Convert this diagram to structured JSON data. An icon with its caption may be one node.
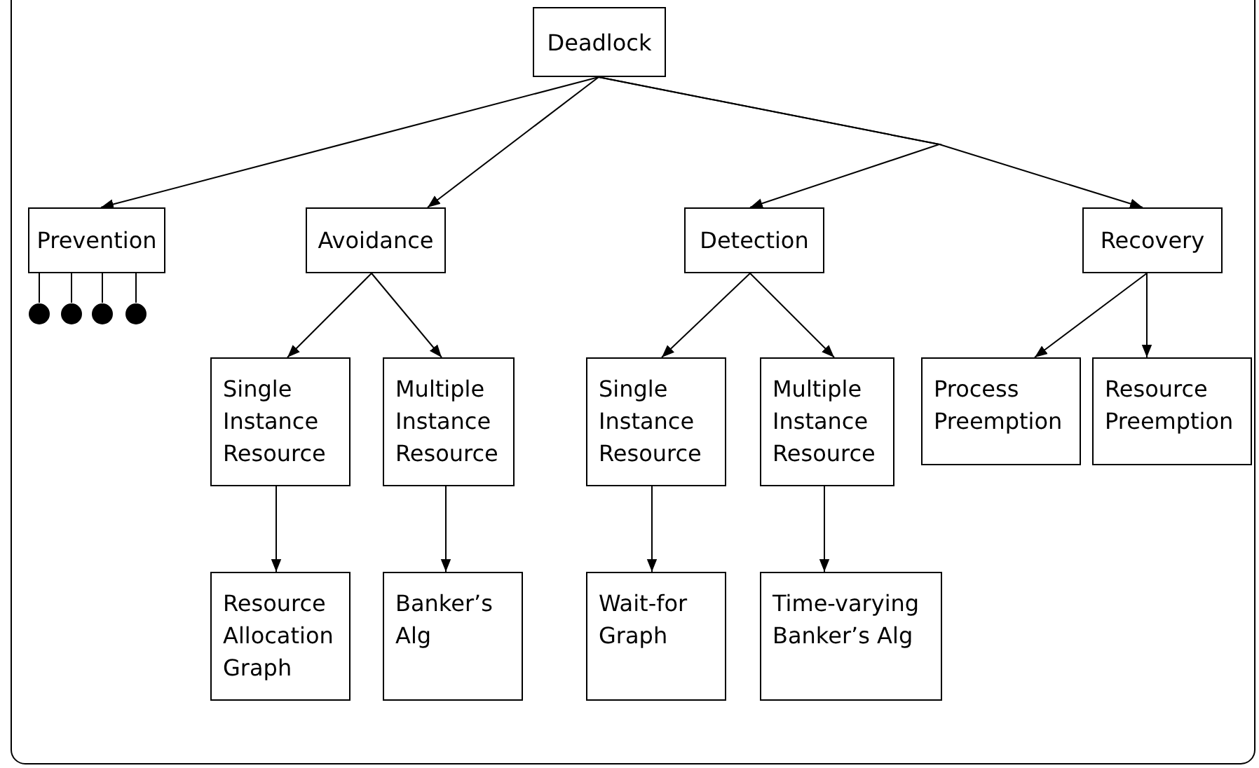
{
  "diagram": {
    "nodes": [
      {
        "text": [
          "Deadlock"
        ]
      },
      {
        "text": [
          "Prevention"
        ]
      },
      {
        "text": [
          "Avoidance"
        ]
      },
      {
        "text": [
          "Detection"
        ]
      },
      {
        "text": [
          "Recovery"
        ]
      },
      {
        "text": [],
        "shape": "circle"
      },
      {
        "text": [],
        "shape": "circle"
      },
      {
        "text": [],
        "shape": "circle"
      },
      {
        "text": [],
        "shape": "circle"
      },
      {
        "text": [
          "Single Instance Resource"
        ]
      },
      {
        "text": [
          "Multiple Instance Resource"
        ]
      },
      {
        "text": [
          "Single Instance Resource"
        ]
      },
      {
        "text": [
          "Multiple Instance Resource"
        ]
      },
      {
        "text": [
          "Process Preemption"
        ]
      },
      {
        "text": [
          "Resource Preemption"
        ]
      },
      {
        "text": [
          "Resource Allocation Graph"
        ]
      },
      {
        "text": [
          "Banker’s Alg"
        ]
      },
      {
        "text": [
          "Wait-for Graph"
        ]
      },
      {
        "text": [
          "Time-varying Banker’s Alg"
        ]
      }
    ],
    "edges": [
      {
        "from": 0,
        "to": 1,
        "arrow": "to"
      },
      {
        "from": 0,
        "to": 2,
        "arrow": "to"
      },
      {
        "from": 0,
        "to": 3,
        "arrow": "to"
      },
      {
        "from": 0,
        "to": 4,
        "arrow": "to"
      },
      {
        "from": 1,
        "to": 5,
        "arrow": "none"
      },
      {
        "from": 1,
        "to": 6,
        "arrow": "none"
      },
      {
        "from": 1,
        "to": 7,
        "arrow": "none"
      },
      {
        "from": 1,
        "to": 8,
        "arrow": "none"
      },
      {
        "from": 2,
        "to": 9,
        "arrow": "to"
      },
      {
        "from": 2,
        "to": 10,
        "arrow": "to"
      },
      {
        "from": 3,
        "to": 11,
        "arrow": "to"
      },
      {
        "from": 3,
        "to": 12,
        "arrow": "to"
      },
      {
        "from": 4,
        "to": 13,
        "arrow": "to"
      },
      {
        "from": 4,
        "to": 14,
        "arrow": "to"
      },
      {
        "from": 9,
        "to": 15,
        "arrow": "to"
      },
      {
        "from": 10,
        "to": 16,
        "arrow": "to"
      },
      {
        "from": 11,
        "to": 17,
        "arrow": "to"
      },
      {
        "from": 12,
        "to": 18,
        "arrow": "to"
      }
    ]
  }
}
